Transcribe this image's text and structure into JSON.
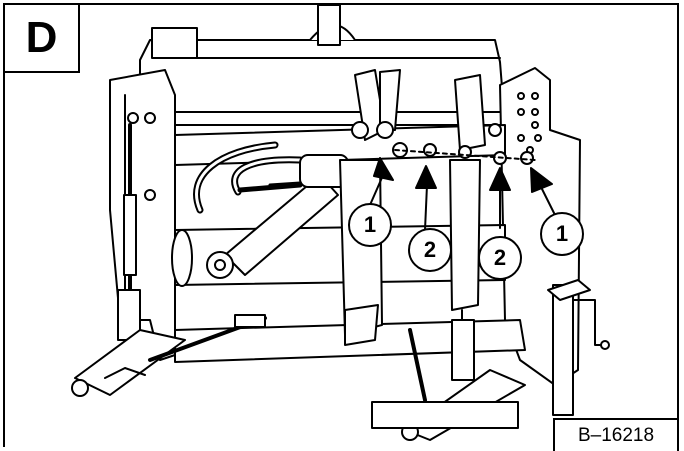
{
  "figure": {
    "panel_letter": "D",
    "reference_code": "B–16218",
    "line_color": "#000000",
    "background_color": "#ffffff"
  },
  "callouts": [
    {
      "label": "1"
    },
    {
      "label": "2"
    },
    {
      "label": "2"
    },
    {
      "label": "1"
    }
  ]
}
